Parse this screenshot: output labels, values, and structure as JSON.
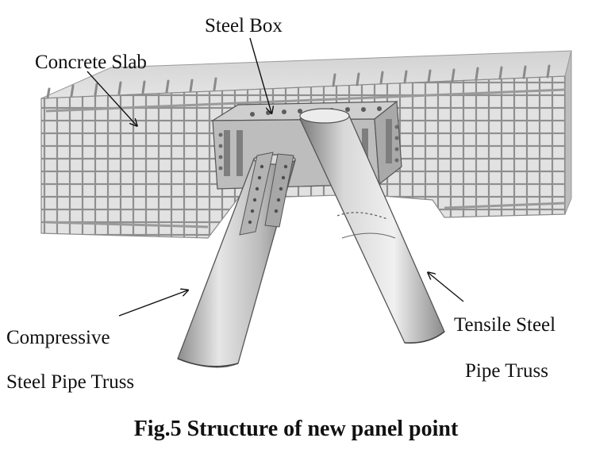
{
  "labels": {
    "steel_box": "Steel Box",
    "concrete_slab": "Concrete Slab",
    "compressive_line1": "Compressive",
    "compressive_line2": "Steel Pipe Truss",
    "tensile_line1": "Tensile Steel",
    "tensile_line2": "Pipe Truss"
  },
  "caption": "Fig.5  Structure of new panel point",
  "colors": {
    "concrete": "#dcdcdc",
    "rebar": "#8e8e8e",
    "steel": "#c4c4c4",
    "text": "#111111"
  }
}
